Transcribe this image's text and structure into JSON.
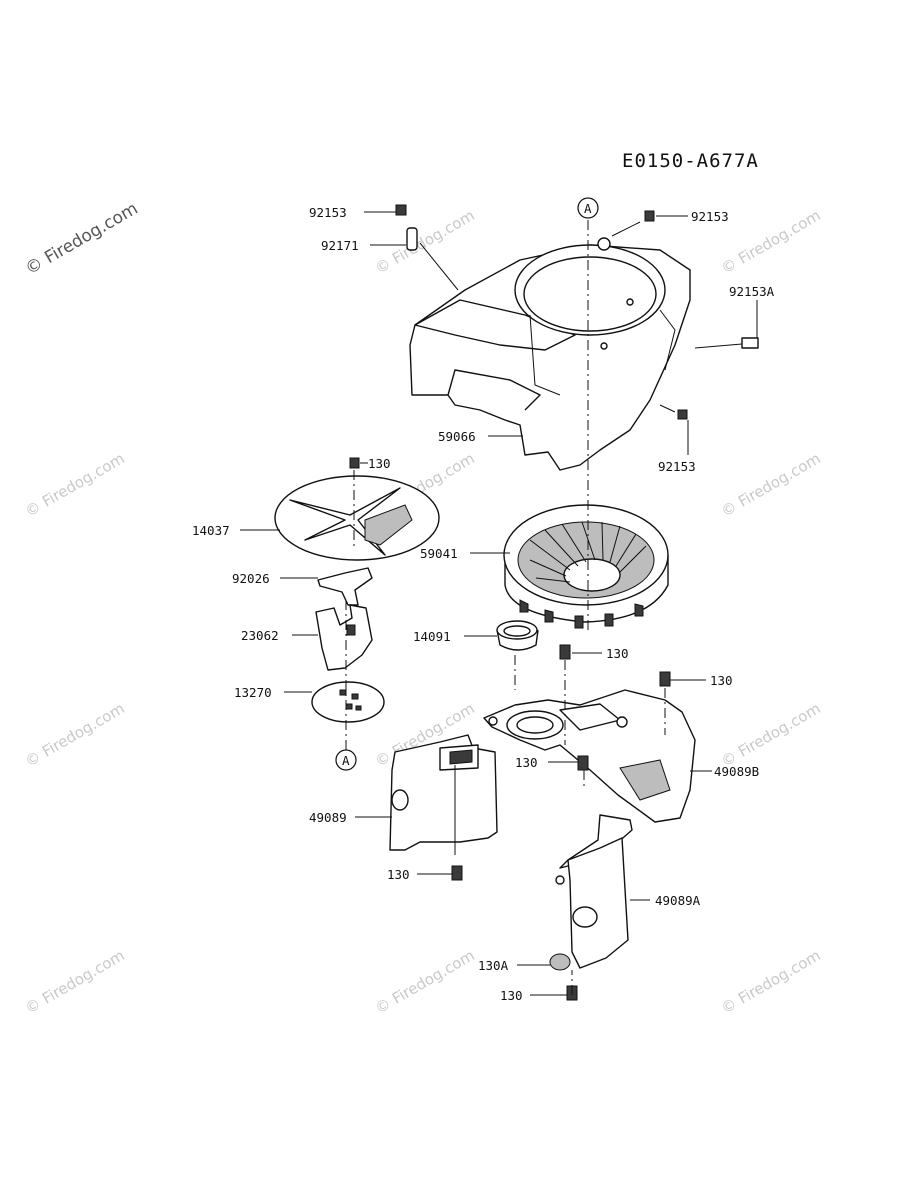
{
  "diagram": {
    "code": "E0150-A677A",
    "watermark": "© Firedog.com",
    "reference_mark": "A",
    "labels": {
      "p92153_top_left": "92153",
      "p92171": "92171",
      "p92153_top_right": "92153",
      "p92153A": "92153A",
      "p59066": "59066",
      "p92153_side": "92153",
      "p130_a": "130",
      "p14037": "14037",
      "p59041": "59041",
      "p92026": "92026",
      "p23062": "23062",
      "p14091": "14091",
      "p130_b": "130",
      "p130_c": "130",
      "p13270": "13270",
      "p130_d": "130",
      "p49089": "49089",
      "p49089B": "49089B",
      "p130_e": "130",
      "p49089A": "49089A",
      "p130A": "130A",
      "p130_f": "130"
    }
  }
}
